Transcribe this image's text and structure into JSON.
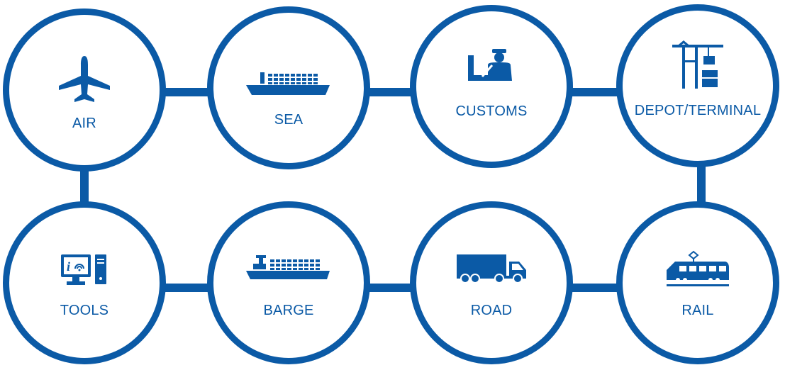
{
  "accent_color": "#0b5aa6",
  "nodes": [
    {
      "id": "air",
      "label": "AIR",
      "icon": "airplane-icon"
    },
    {
      "id": "sea",
      "label": "SEA",
      "icon": "cargo-ship-icon"
    },
    {
      "id": "customs",
      "label": "CUSTOMS",
      "icon": "customs-officer-icon"
    },
    {
      "id": "depot",
      "label": "DEPOT/TERMINAL",
      "icon": "container-crane-icon"
    },
    {
      "id": "tools",
      "label": "TOOLS",
      "icon": "computer-icon"
    },
    {
      "id": "barge",
      "label": "BARGE",
      "icon": "barge-icon"
    },
    {
      "id": "road",
      "label": "ROAD",
      "icon": "truck-icon"
    },
    {
      "id": "rail",
      "label": "RAIL",
      "icon": "train-icon"
    }
  ]
}
